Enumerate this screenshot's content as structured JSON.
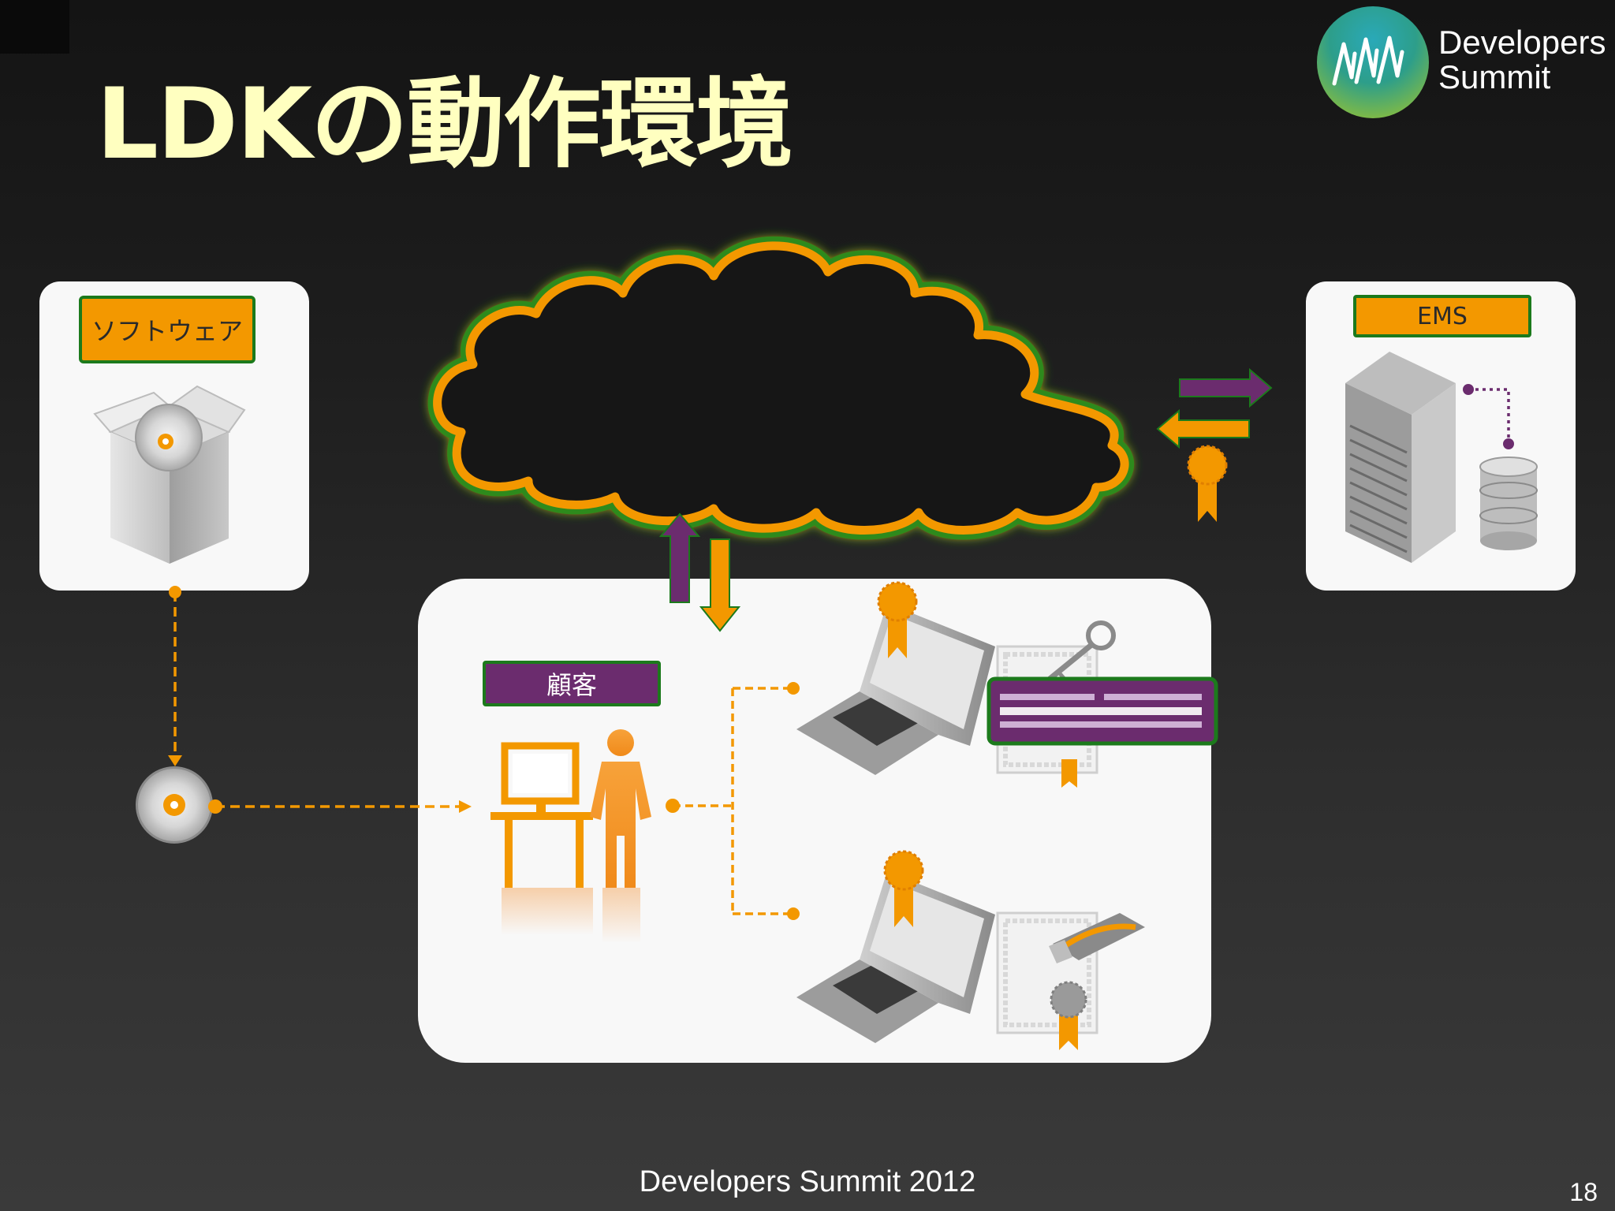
{
  "slide": {
    "title": "LDKの動作環境",
    "footer": "Developers Summit 2012",
    "page_number": "18"
  },
  "logo": {
    "line1": "Developers",
    "line2": "Summit",
    "icon": "devsumi-logo-icon"
  },
  "labels": {
    "software": "ソフトウェア",
    "ems": "EMS",
    "customer": "顧客"
  },
  "colors": {
    "title": "#ffffc0",
    "orange": "#f39800",
    "purple": "#6b2c6e",
    "green_border": "#1c7a1c",
    "panel": "#f8f8f8"
  },
  "icons": [
    "software-box-icon",
    "cd-disc-icon",
    "cloud-icon",
    "server-icon",
    "database-icon",
    "certificate-ribbon-icon",
    "customer-workstation-icon",
    "person-icon",
    "laptop-icon",
    "key-icon",
    "usb-dongle-icon",
    "license-certificate-icon",
    "license-key-code-icon"
  ]
}
